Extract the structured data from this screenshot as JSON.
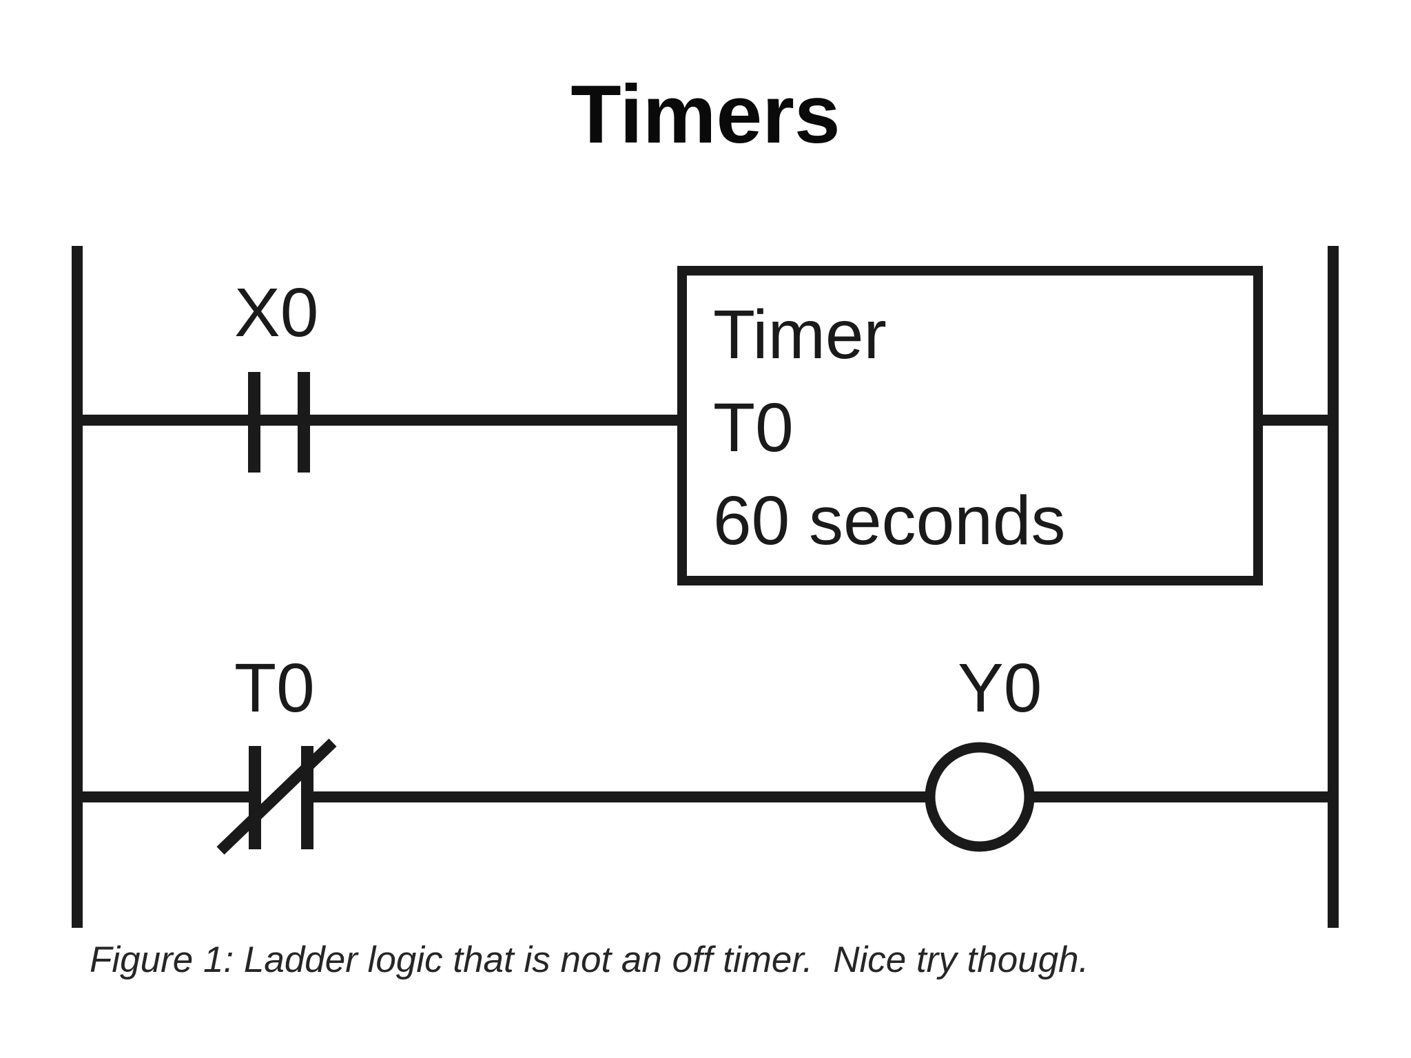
{
  "slide": {
    "title": "Timers"
  },
  "ladder": {
    "rung1": {
      "contact": {
        "label": "X0",
        "type": "normally-open"
      },
      "timer_block": {
        "title": "Timer",
        "name": "T0",
        "preset": "60 seconds"
      }
    },
    "rung2": {
      "contact": {
        "label": "T0",
        "type": "normally-closed"
      },
      "coil": {
        "label": "Y0"
      }
    }
  },
  "caption": "Figure 1: Ladder logic that is not an off timer.  Nice try though.",
  "colors": {
    "line": "#1a1a1a",
    "text": "#1a1a1a",
    "title": "#0a0a0a",
    "caption": "#262626",
    "background": "#ffffff"
  }
}
